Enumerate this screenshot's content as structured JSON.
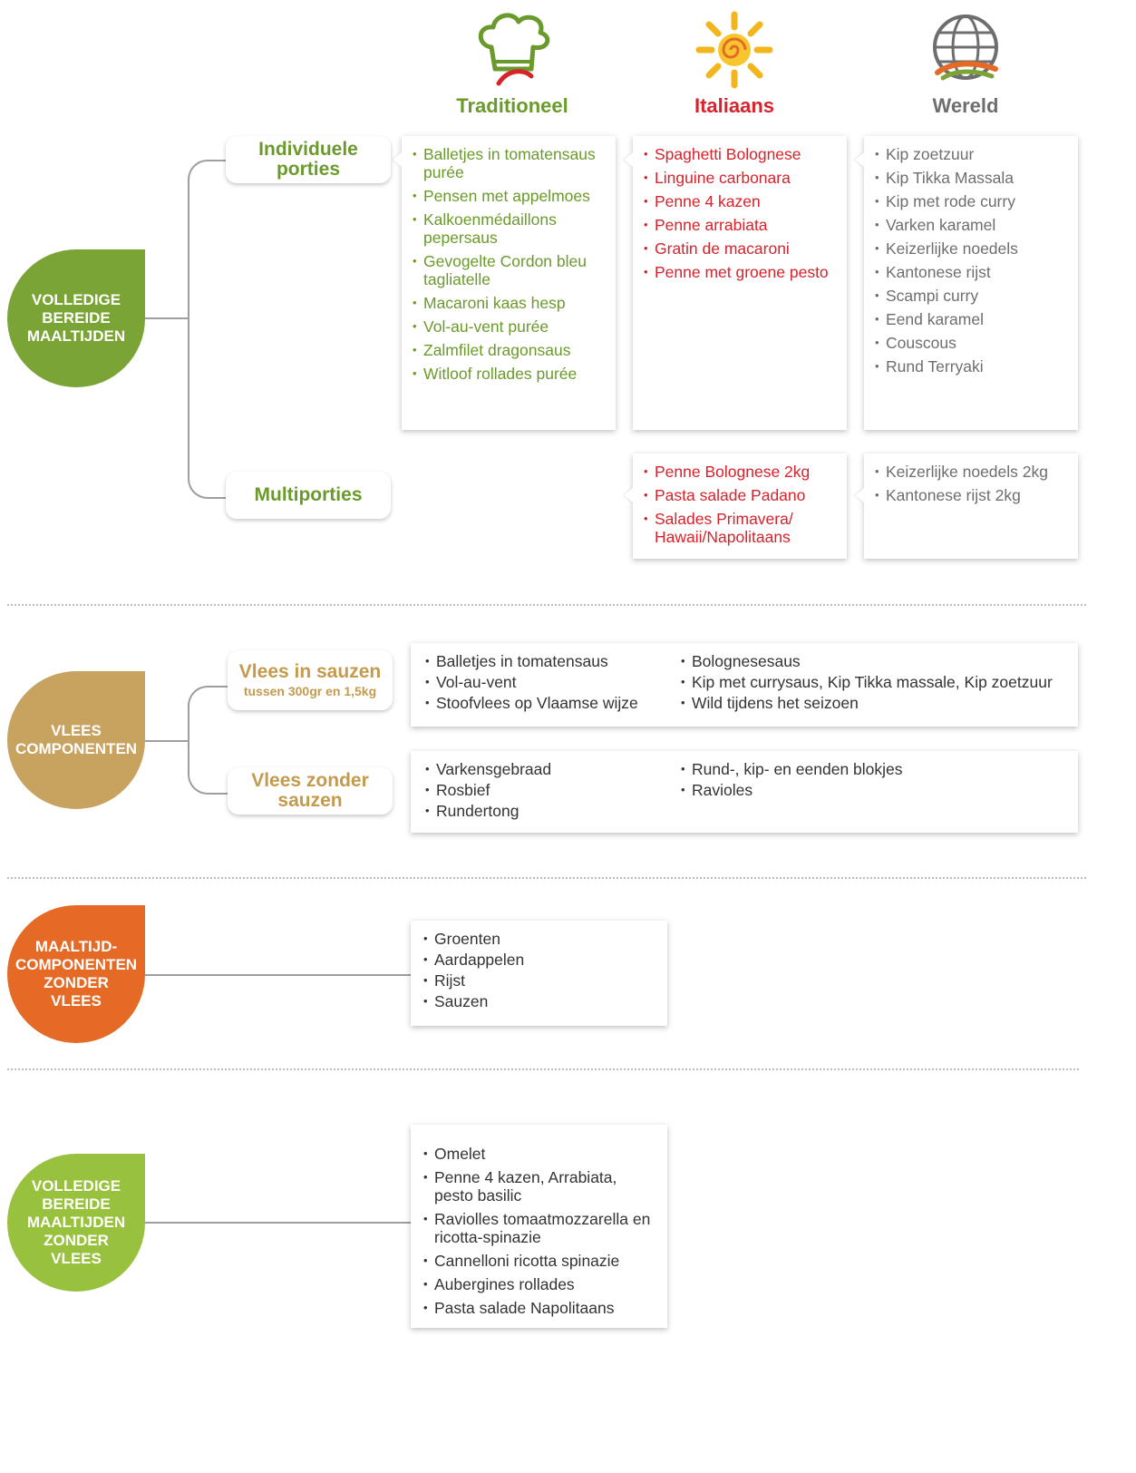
{
  "colors": {
    "green": "#7ba437",
    "lime": "#98c13d",
    "gold": "#c8a25f",
    "orange": "#e46a26",
    "red": "#d7232b",
    "grey": "#6e6e6e"
  },
  "columns": [
    {
      "label": "Traditioneel",
      "icon": "chef-hat-icon"
    },
    {
      "label": "Italiaans",
      "icon": "sun-icon"
    },
    {
      "label": "Wereld",
      "icon": "globe-icon"
    }
  ],
  "sections": {
    "full_meals": {
      "title_lines": [
        "VOLLEDIGE",
        "BEREIDE",
        "MAALTIJDEN"
      ],
      "individual": {
        "label_lines": [
          "Individuele",
          "porties"
        ],
        "traditioneel": [
          "Balletjes in tomatensaus purée",
          "Pensen met appelmoes",
          "Kalkoenmédaillons pepersaus",
          "Gevogelte Cordon bleu tagliatelle",
          "Macaroni kaas hesp",
          "Vol-au-vent purée",
          "Zalmfilet dragonsaus",
          "Witloof rollades purée"
        ],
        "italiaans": [
          "Spaghetti Bolognese",
          "Linguine carbonara",
          "Penne 4 kazen",
          "Penne arrabiata",
          "Gratin de macaroni",
          "Penne met groene pesto"
        ],
        "wereld": [
          "Kip zoetzuur",
          "Kip Tikka Massala",
          "Kip met rode curry",
          "Varken karamel",
          "Keizerlijke noedels",
          "Kantonese rijst",
          "Scampi curry",
          "Eend karamel",
          "Couscous",
          "Rund Terryaki"
        ]
      },
      "multi": {
        "label": "Multiporties",
        "italiaans": [
          "Penne Bolognese 2kg",
          "Pasta salade Padano",
          "Salades Primavera/ Hawaii/Napolitaans"
        ],
        "wereld": [
          "Keizerlijke noedels 2kg",
          "Kantonese rijst 2kg"
        ]
      }
    },
    "meat": {
      "title_lines": [
        "VLEES",
        "COMPONENTEN"
      ],
      "with_sauce": {
        "label": "Vlees in sauzen",
        "sublabel": "tussen 300gr en 1,5kg",
        "left": [
          "Balletjes in tomatensaus",
          "Vol-au-vent",
          "Stoofvlees op Vlaamse wijze"
        ],
        "right": [
          "Bolognesesaus",
          "Kip met currysaus, Kip Tikka massale, Kip zoetzuur",
          "Wild tijdens het seizoen"
        ]
      },
      "without_sauce": {
        "label_lines": [
          "Vlees zonder",
          "sauzen"
        ],
        "left": [
          "Varkensgebraad",
          "Rosbief",
          "Rundertong"
        ],
        "right": [
          "Rund-, kip- en eenden blokjes",
          "Ravioles"
        ]
      }
    },
    "components": {
      "title_lines": [
        "MAALTIJD-",
        "COMPONENTEN",
        "ZONDER",
        "VLEES"
      ],
      "items": [
        "Groenten",
        "Aardappelen",
        "Rijst",
        "Sauzen"
      ]
    },
    "veggie": {
      "title_lines": [
        "VOLLEDIGE",
        "BEREIDE",
        "MAALTIJDEN",
        "ZONDER",
        "VLEES"
      ],
      "items": [
        "Omelet",
        "Penne 4 kazen, Arrabiata, pesto basilic",
        "Raviolles tomaatmozzarella en ricotta-spinazie",
        "Cannelloni ricotta spinazie",
        "Aubergines rollades",
        "Pasta salade Napolitaans"
      ]
    }
  }
}
